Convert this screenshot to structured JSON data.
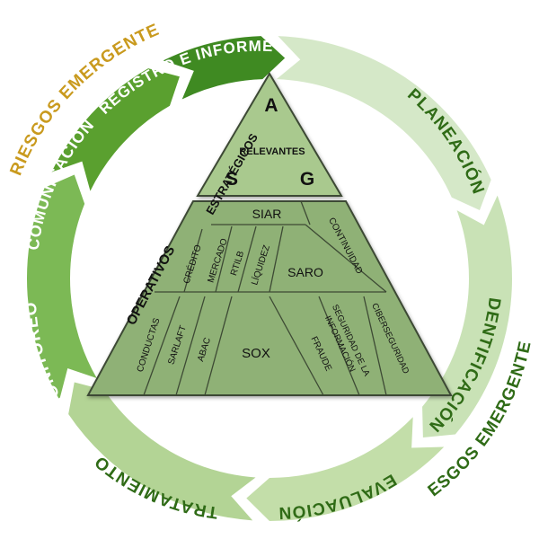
{
  "cycle": {
    "segments": [
      {
        "id": "planeacion",
        "label": "PLANEACIÓN",
        "fill": "#d5e8c8",
        "text_color": "#2f6b16"
      },
      {
        "id": "identificacion",
        "label": "IDENTIFICACIÓN",
        "fill": "#c9e2b6",
        "text_color": "#2f6b16"
      },
      {
        "id": "evaluacion",
        "label": "EVALUACIÓN",
        "fill": "#c3dea9",
        "text_color": "#2f6b16"
      },
      {
        "id": "tratamiento",
        "label": "TRATAMIENTO",
        "fill": "#b3d495",
        "text_color": "#2f6b16"
      },
      {
        "id": "monitoreo",
        "label": "MONITOREO",
        "fill": "#7cb955",
        "text_color": "#ffffff"
      },
      {
        "id": "comunicacion",
        "label": "COMUNICACIÓN",
        "fill": "#5aa02f",
        "text_color": "#ffffff"
      },
      {
        "id": "registro",
        "label": "REGISTRO E INFORME",
        "fill": "#3f8a22",
        "text_color": "#ffffff"
      }
    ],
    "emerging_left": {
      "label": "RIESGOS EMERGENTES",
      "color": "#c99a1e"
    },
    "emerging_right": {
      "label": "RIESGOS EMERGENTES",
      "color": "#2f6b16"
    }
  },
  "pyramid": {
    "fill_top": "#a9c98e",
    "fill_bottom": "#8fb176",
    "top": {
      "side_label": "ESTRATÉGICOS",
      "side_label_color": "#d39b1e",
      "center": "RELEVANTES",
      "center_color": "#8b3a14",
      "letters": [
        "A",
        "S",
        "G"
      ],
      "letter_color": "#e3a12a"
    },
    "bottom": {
      "side_label": "OPERATIVOS",
      "side_label_color": "#d39b1e",
      "siar": "SIAR",
      "continuidad": "CONTINUIDAD",
      "credito": "CRÉDITO",
      "mercado": "MERCADO",
      "rtilb": "RTILB",
      "liquidez": "LÍQUIDEZ",
      "saro": "SARO",
      "conductas": "CONDUCTAS",
      "sarlaft": "SARLAFT",
      "abac": "ABAC",
      "sox": "SOX",
      "fraude": "FRAUDE",
      "seguridad": "SEGURIDAD DE LA",
      "informacion": "INFORMACIÓN",
      "ciberseguridad": "CIBERSEGURIDAD"
    }
  }
}
